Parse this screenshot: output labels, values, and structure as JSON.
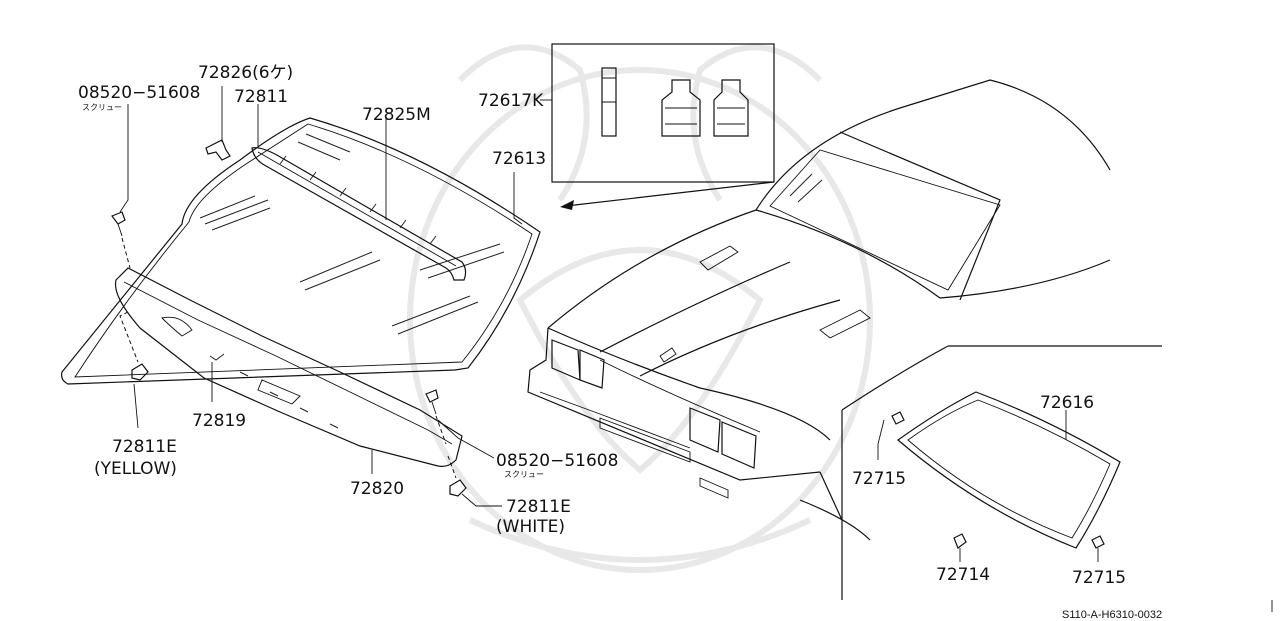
{
  "labels": {
    "screw_left": "08520−51608",
    "screw_left_sub": "スクリュー",
    "clip_72826": "72826(6ケ)",
    "molding_72811": "72811",
    "part_72825m": "72825M",
    "kit_72617k": "72617K",
    "glass_72613": "72613",
    "clip_72811e_yellow": "72811E",
    "yellow": "(YELLOW)",
    "part_72819": "72819",
    "part_72820": "72820",
    "screw_right": "08520−51608",
    "screw_right_sub": "スクリュー",
    "clip_72811e_white": "72811E",
    "white": "(WHITE)",
    "part_72616": "72616",
    "part_72715_top": "72715",
    "part_72714": "72714",
    "part_72715_bottom": "72715",
    "diagram_code": "S110-A-H6310-0032"
  }
}
